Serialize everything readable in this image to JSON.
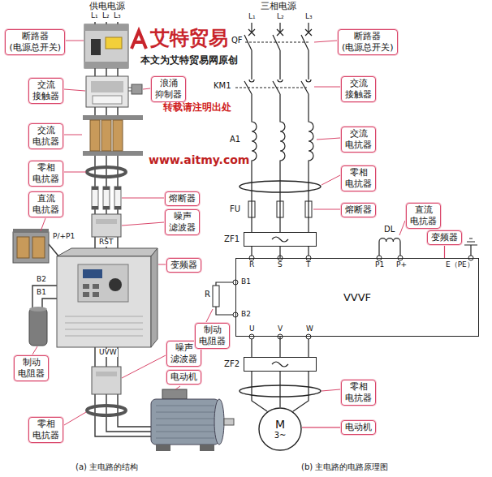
{
  "diagram": {
    "nodes": [
      {
        "text": [
          "断路器 (电源总开关)"
        ]
      },
      {
        "text": [
          "交流 接触器"
        ]
      },
      {
        "text": [
          "浪涌 抑制器"
        ]
      },
      {
        "text": [
          "交流 电抗器"
        ]
      },
      {
        "text": [
          "零相 电抗器"
        ]
      },
      {
        "text": [
          "熔断器"
        ]
      },
      {
        "text": [
          "直流 电抗器"
        ]
      },
      {
        "text": [
          "噪声 滤波器"
        ]
      },
      {
        "text": [
          "变频器"
        ]
      },
      {
        "text": [
          "制动 电阻器"
        ]
      },
      {
        "text": [
          "噪声 滤波器"
        ]
      },
      {
        "text": [
          "电动机"
        ]
      },
      {
        "text": [
          "零相 电抗器"
        ]
      },
      {
        "text": [
          "断路器 (电源总开关)"
        ]
      },
      {
        "text": [
          "交流 接触器"
        ]
      },
      {
        "text": [
          "交流 电抗器"
        ]
      },
      {
        "text": [
          "零相 电抗器"
        ]
      },
      {
        "text": [
          "熔断器"
        ]
      },
      {
        "text": [
          "直流 电抗器"
        ]
      },
      {
        "text": [
          "ZF1"
        ]
      },
      {
        "text": [
          "变频器"
        ]
      },
      {
        "text": [
          "VVVF"
        ]
      },
      {
        "text": [
          "制动 电阻器"
        ]
      },
      {
        "text": [
          "ZF2"
        ]
      },
      {
        "text": [
          "零相 电抗器"
        ]
      },
      {
        "text": [
          "M",
          "3~"
        ]
      },
      {
        "text": [
          "电动机"
        ]
      }
    ],
    "edges": [
      {
        "from": 19,
        "to": 21,
        "arrow": "none"
      },
      {
        "from": 21,
        "to": 23,
        "arrow": "none"
      },
      {
        "from": 23,
        "to": 25,
        "arrow": "none"
      },
      {
        "from": 20,
        "to": 21,
        "arrow": "none"
      },
      {
        "from": 26,
        "to": 25,
        "arrow": "none"
      }
    ],
    "labels": [
      "供电电源",
      "L₁",
      "L₂",
      "L₃",
      "P/+P1",
      "RST",
      "B2",
      "B1",
      "UVW",
      "艾特贸易",
      "本文为艾特贸易网原创",
      "转载请注明出处",
      "www.aitmy.com",
      "三相电源",
      "L₁",
      "L₂",
      "L₃",
      "QF",
      "KM1",
      "A1",
      "FU",
      "DL",
      "R",
      "S",
      "T",
      "P1",
      "P+",
      "E（PE）",
      "B1",
      "B2",
      "R",
      "U",
      "V",
      "W",
      "(a) 主电路的结构",
      "(b) 主电路的电路原理图"
    ]
  }
}
